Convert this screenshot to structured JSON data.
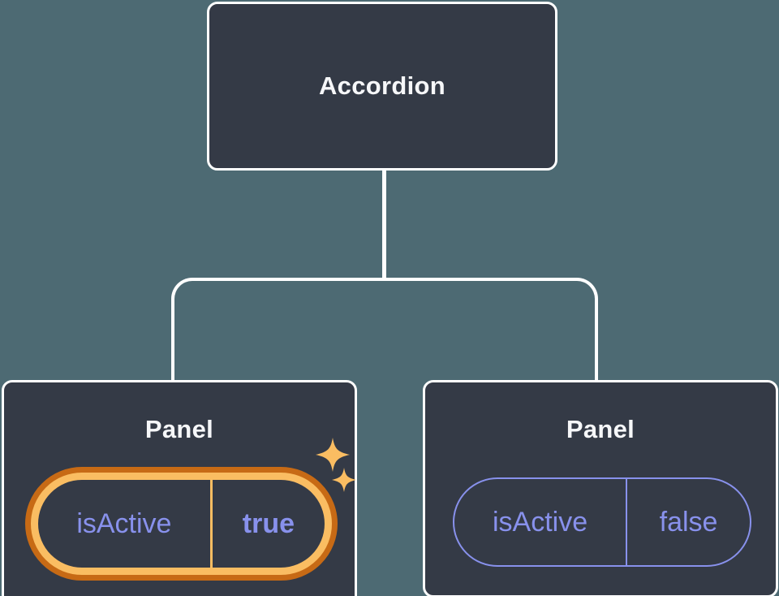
{
  "diagram": {
    "colors": {
      "background": "#4D6A73",
      "node_fill": "#343A46",
      "node_border": "#FFFFFF",
      "connector": "#FFFFFF",
      "state_purple": "#8891EC",
      "highlight_orange_dark": "#C76A15",
      "highlight_orange_light": "#FABD62"
    },
    "root": {
      "label": "Accordion"
    },
    "panels": [
      {
        "title": "Panel",
        "state_key": "isActive",
        "state_value": "true",
        "highlighted": true
      },
      {
        "title": "Panel",
        "state_key": "isActive",
        "state_value": "false",
        "highlighted": false
      }
    ]
  }
}
